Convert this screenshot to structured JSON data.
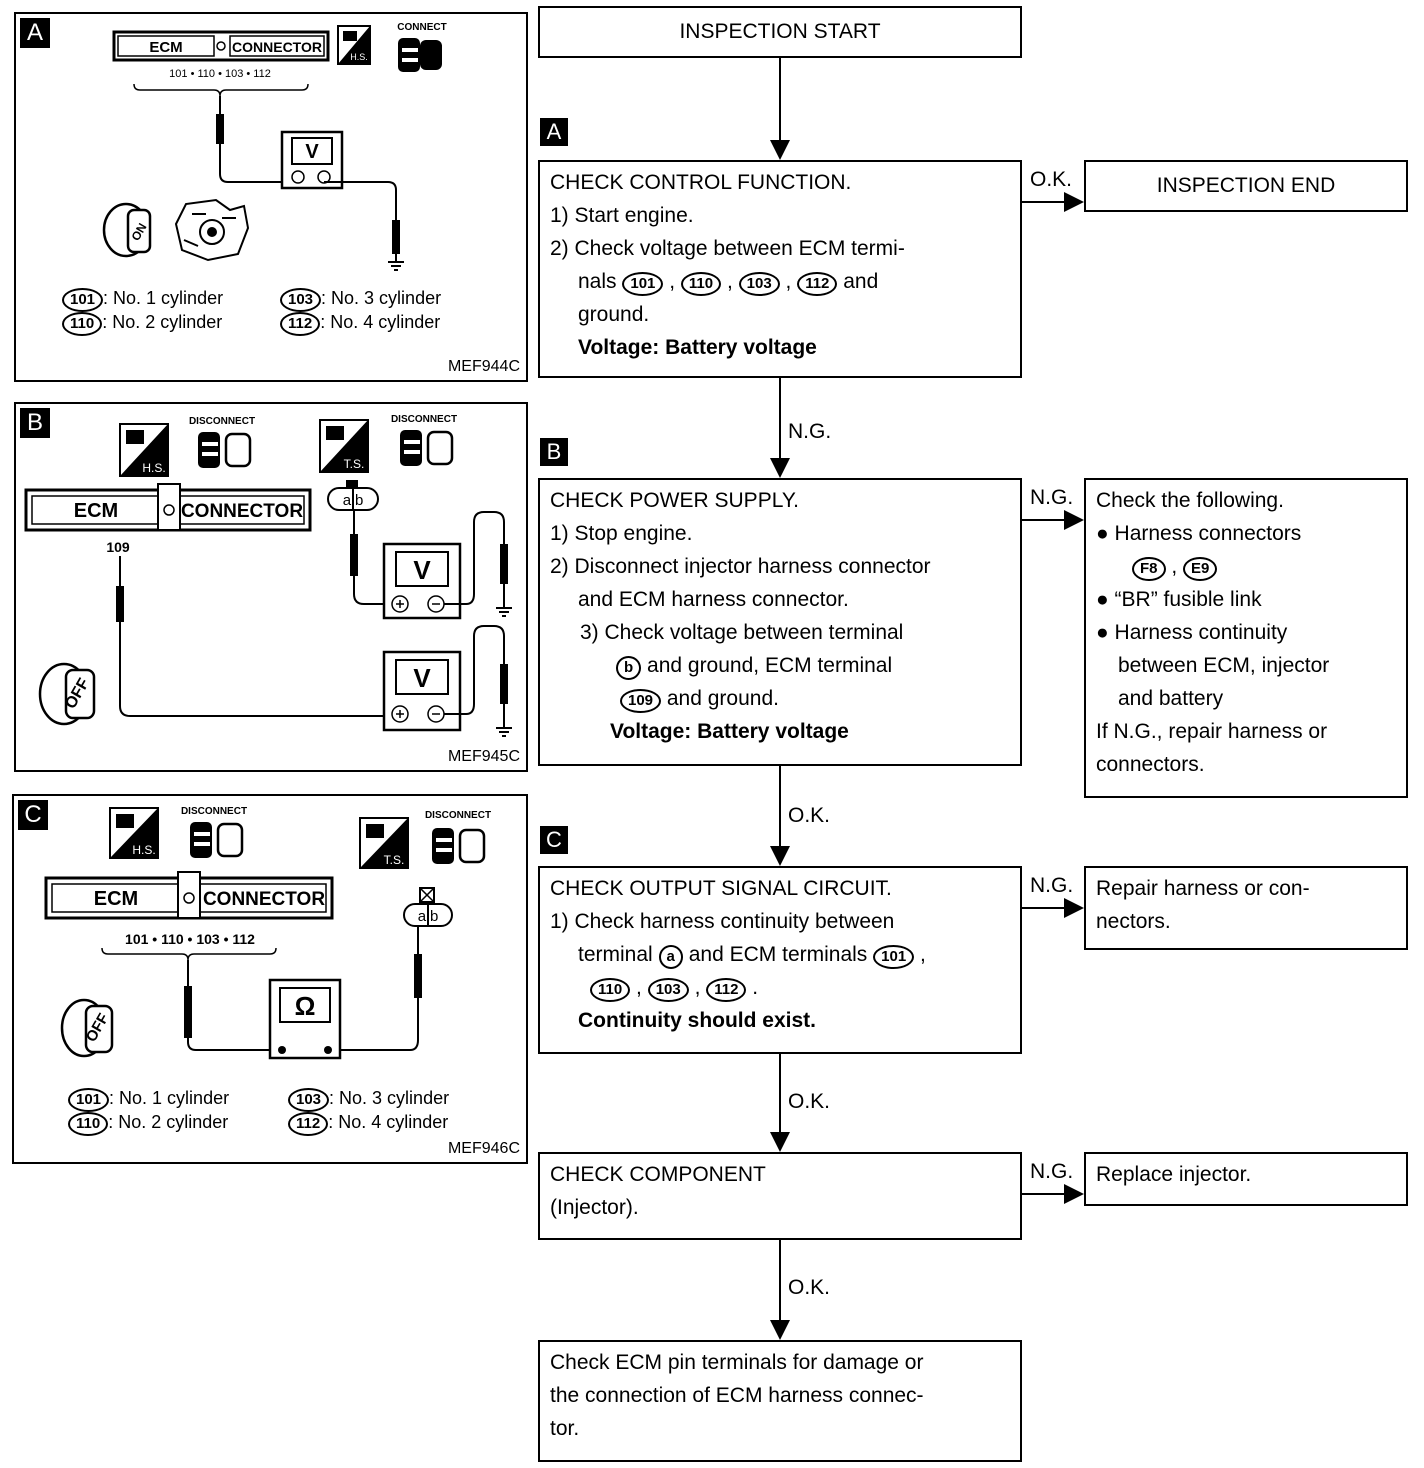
{
  "panels": {
    "a": {
      "letter": "A",
      "ecm": "ECM",
      "connector": "CONNECTOR",
      "terminals": "101 • 110 • 103 • 112",
      "hs": "H.S.",
      "connect": "CONNECT",
      "meter": "V",
      "key": "ON",
      "cyl1_t": "101",
      "cyl1": ": No. 1 cylinder",
      "cyl2_t": "110",
      "cyl2": ": No. 2 cylinder",
      "cyl3_t": "103",
      "cyl3": ": No. 3 cylinder",
      "cyl4_t": "112",
      "cyl4": ": No. 4 cylinder",
      "code": "MEF944C"
    },
    "b": {
      "letter": "B",
      "hs": "H.S.",
      "ts": "T.S.",
      "disconnect1": "DISCONNECT",
      "disconnect2": "DISCONNECT",
      "ecm": "ECM",
      "connector": "CONNECTOR",
      "terminal": "109",
      "ab": "a|b",
      "meter": "V",
      "key": "OFF",
      "code": "MEF945C"
    },
    "c": {
      "letter": "C",
      "hs": "H.S.",
      "ts": "T.S.",
      "disconnect1": "DISCONNECT",
      "disconnect2": "DISCONNECT",
      "ecm": "ECM",
      "connector": "CONNECTOR",
      "terminals": "101 • 110 • 103 • 112",
      "ab": "a|b",
      "meter": "Ω",
      "key": "OFF",
      "cyl1_t": "101",
      "cyl1": ": No. 1 cylinder",
      "cyl2_t": "110",
      "cyl2": ": No. 2 cylinder",
      "cyl3_t": "103",
      "cyl3": ": No. 3 cylinder",
      "cyl4_t": "112",
      "cyl4": ": No. 4 cylinder",
      "code": "MEF946C"
    }
  },
  "flow": {
    "start": "INSPECTION START",
    "tag_a": "A",
    "tag_b": "B",
    "tag_c": "C",
    "step_a": {
      "title": "CHECK CONTROL FUNCTION.",
      "s1": "1) Start engine.",
      "s2": "2) Check voltage between ECM termi-",
      "s2b_pre": "nals",
      "t1": "101",
      "t2": "110",
      "t3": "103",
      "t4": "112",
      "s2b_post": "and",
      "s2c": "ground.",
      "spec": "Voltage: Battery voltage"
    },
    "end": "INSPECTION END",
    "ok_a": "O.K.",
    "ng_a": "N.G.",
    "step_b": {
      "title": "CHECK POWER SUPPLY.",
      "s1": "1) Stop engine.",
      "s2": "2) Disconnect injector harness connector",
      "s2b": "and ECM harness connector.",
      "s3": "3) Check voltage between terminal",
      "s3b_t": "b",
      "s3b": "and ground, ECM terminal",
      "s3c_t": "109",
      "s3c": "and ground.",
      "spec": "Voltage: Battery voltage"
    },
    "ng_b": "N.G.",
    "check_following": {
      "title": "Check the following.",
      "i1": "Harness connectors",
      "i1_t1": "F8",
      "i1_t2": "E9",
      "i2": "“BR” fusible link",
      "i3": "Harness continuity",
      "i3b": "between ECM, injector",
      "i3c": "and battery",
      "n1": "If N.G., repair harness or",
      "n2": "connectors."
    },
    "ok_b": "O.K.",
    "step_c": {
      "title": "CHECK OUTPUT SIGNAL CIRCUIT.",
      "s1": "1) Check harness continuity between",
      "s1b_pre": "terminal",
      "s1b_t": "a",
      "s1b_post": "and ECM terminals",
      "t1": "101",
      "t2": "110",
      "t3": "103",
      "t4": "112",
      "spec": "Continuity should exist."
    },
    "ng_c": "N.G.",
    "repair": {
      "l1": "Repair harness or con-",
      "l2": "nectors."
    },
    "ok_c": "O.K.",
    "step_d": {
      "title": "CHECK COMPONENT",
      "s1": "(Injector)."
    },
    "ng_d": "N.G.",
    "replace": "Replace injector.",
    "ok_d": "O.K.",
    "final": {
      "l1": "Check ECM pin terminals for damage or",
      "l2": "the connection of ECM harness connec-",
      "l3": "tor."
    }
  }
}
